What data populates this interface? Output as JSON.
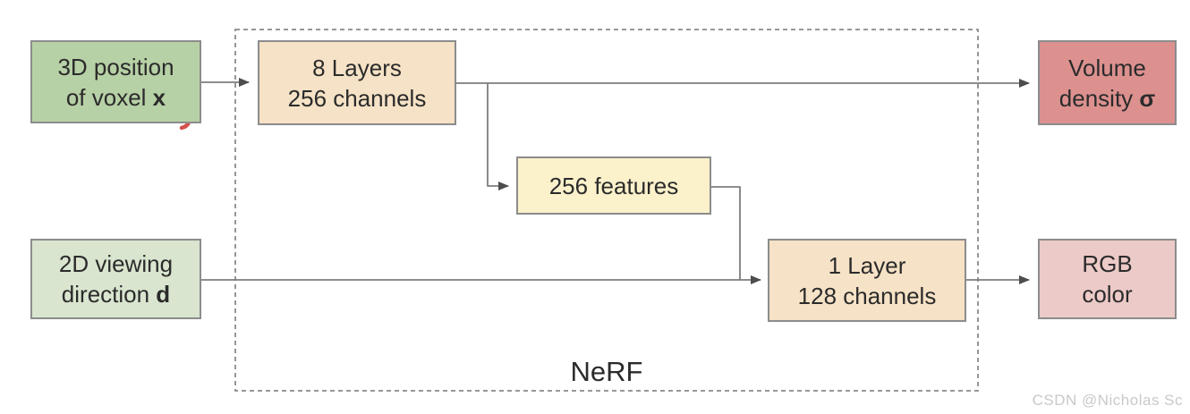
{
  "diagram": {
    "container_label": "NeRF",
    "watermark": "CSDN @Nicholas Sc",
    "nodes": {
      "input_position": {
        "line1": "3D position",
        "line2": "of voxel ",
        "line2_bold": "x",
        "fill": "#b7d1a6"
      },
      "input_direction": {
        "line1": "2D viewing",
        "line2": "direction ",
        "line2_bold": "d",
        "fill": "#d9e5cf"
      },
      "mlp_main": {
        "line1": "8 Layers",
        "line2": "256 channels",
        "fill": "#f6e2c6"
      },
      "features": {
        "line1": "256 features",
        "fill": "#fbf1cb"
      },
      "mlp_color": {
        "line1": "1 Layer",
        "line2": "128 channels",
        "fill": "#f6e2c6"
      },
      "output_density": {
        "line1": "Volume",
        "line2": "density ",
        "line2_bold": "σ",
        "fill": "#dc918f"
      },
      "output_rgb": {
        "line1": "RGB",
        "line2": "color",
        "fill": "#eccac7"
      }
    },
    "colors": {
      "box_border": "#8c8c8c",
      "connector_line": "#7d7d7d",
      "arrowhead": "#4d4d4d",
      "dashed_border": "#8a8a8a",
      "text": "#2b2b2b",
      "watermark": "#c9c9c9",
      "annotation_mark": "#c9342b"
    }
  }
}
